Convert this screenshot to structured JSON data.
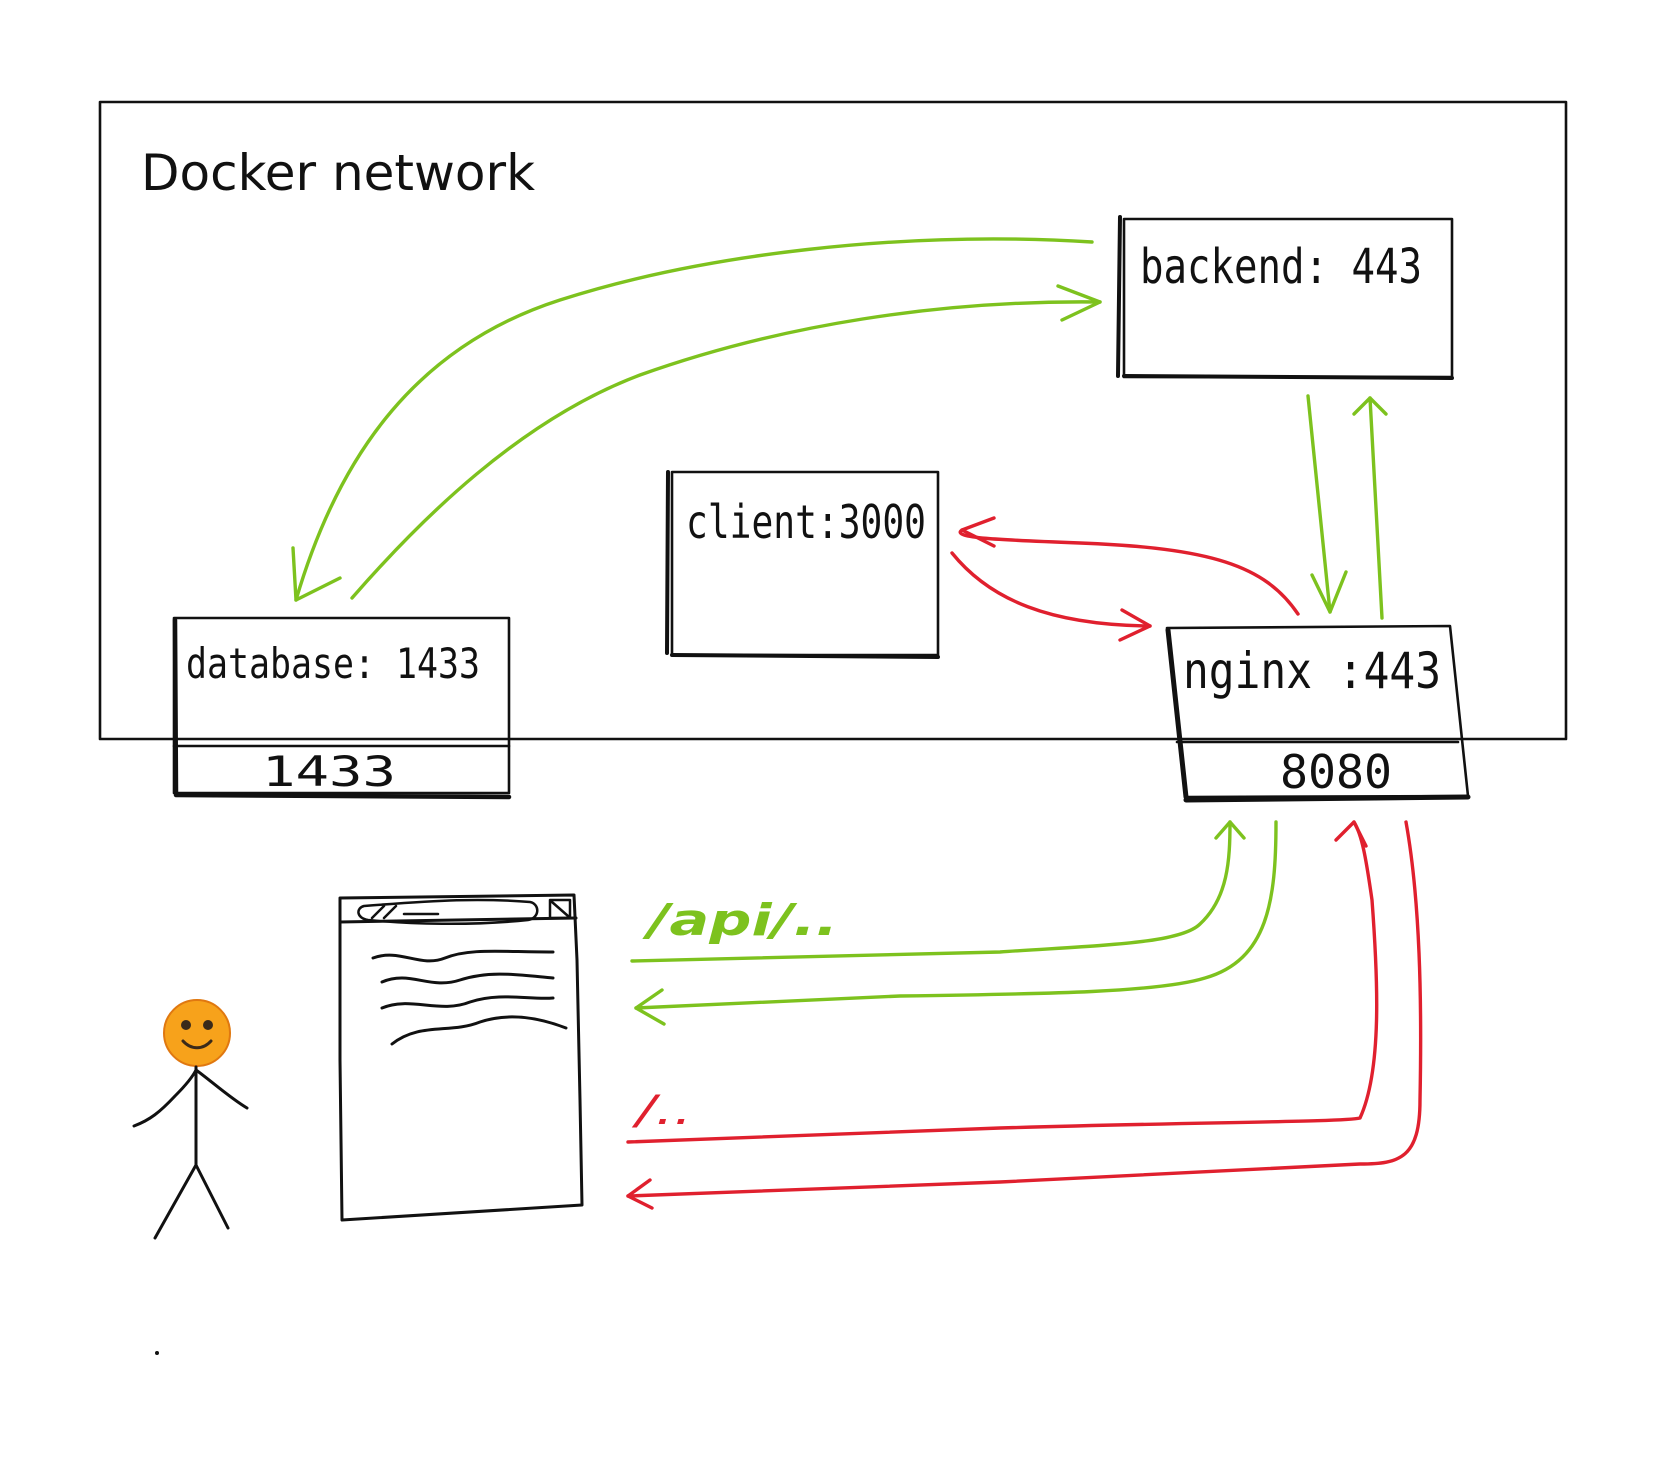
{
  "network": {
    "title": "Docker network"
  },
  "nodes": {
    "backend": {
      "label": "backend: 443"
    },
    "client": {
      "label": "client:3000"
    },
    "database": {
      "label": "database: 1433",
      "port": "1433"
    },
    "nginx": {
      "label": "nginx :443",
      "port": "8080"
    }
  },
  "routes": {
    "api": {
      "label": "/api/..",
      "color": "#7dc21e"
    },
    "root": {
      "label": "/..",
      "color": "#e0202e"
    }
  },
  "colors": {
    "ink": "#111111",
    "green": "#7dc21e",
    "red": "#e0202e",
    "face": "#f7a21b"
  },
  "icons": {
    "user": "smiley-stick-figure-icon",
    "browser": "browser-window-icon"
  }
}
